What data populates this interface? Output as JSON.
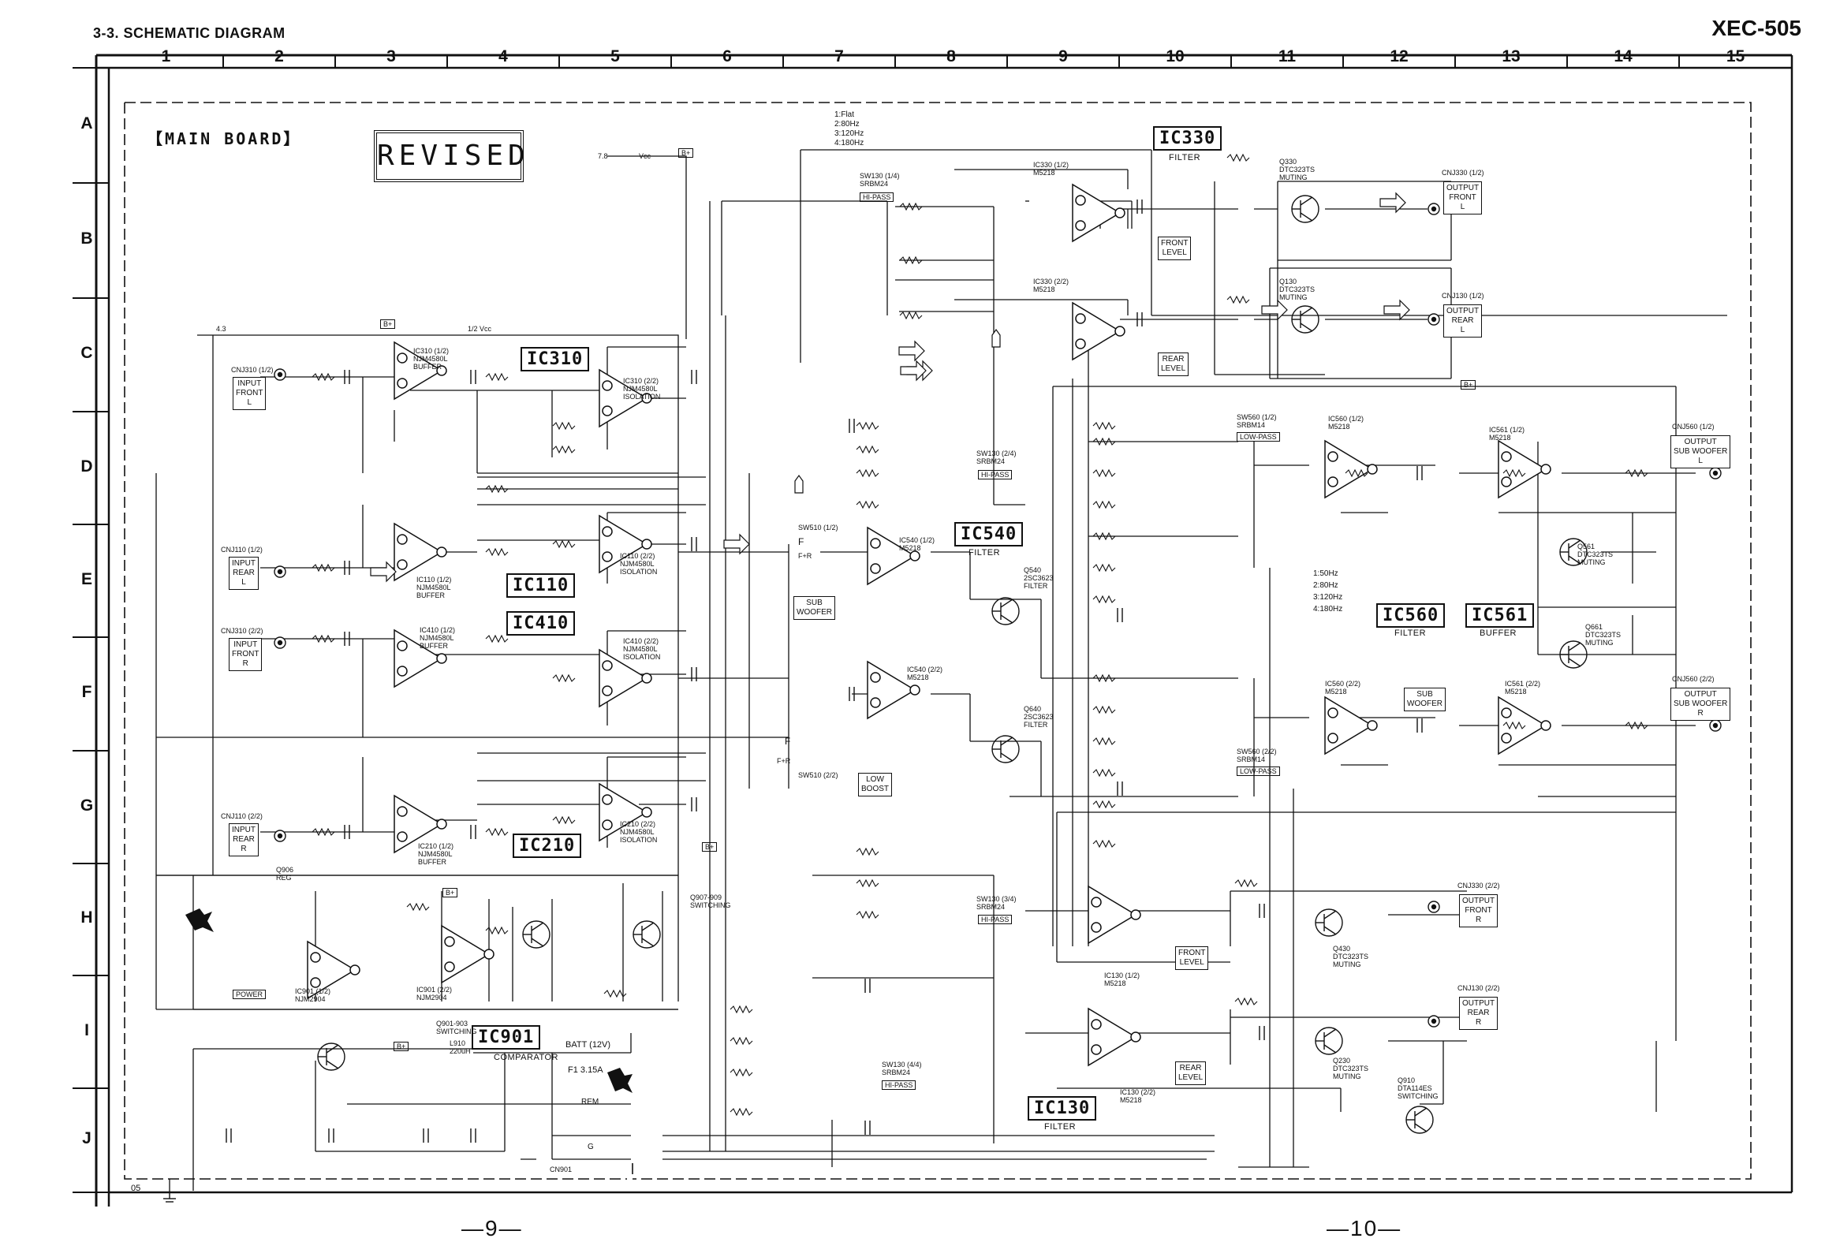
{
  "header": {
    "section_title": "3-3.  SCHEMATIC DIAGRAM",
    "model": "XEC-505"
  },
  "page_numbers": {
    "left": "—9—",
    "right": "—10—"
  },
  "grid": {
    "columns": [
      "1",
      "2",
      "3",
      "4",
      "5",
      "6",
      "7",
      "8",
      "9",
      "10",
      "11",
      "12",
      "13",
      "14",
      "15"
    ],
    "rows": [
      "A",
      "B",
      "C",
      "D",
      "E",
      "F",
      "G",
      "H",
      "I",
      "J"
    ]
  },
  "board": {
    "title": "【MAIN BOARD】",
    "stamp": "REVISED"
  },
  "ic_blocks": {
    "ic330": {
      "name": "IC330",
      "sub": "FILTER"
    },
    "ic310": {
      "name": "IC310"
    },
    "ic110": {
      "name": "IC110"
    },
    "ic410": {
      "name": "IC410"
    },
    "ic210": {
      "name": "IC210"
    },
    "ic540": {
      "name": "IC540",
      "sub": "FILTER"
    },
    "ic560": {
      "name": "IC560",
      "sub": "FILTER"
    },
    "ic561": {
      "name": "IC561",
      "sub": "BUFFER"
    },
    "ic901": {
      "name": "IC901",
      "sub": "COMPARATOR"
    },
    "ic130": {
      "name": "IC130",
      "sub": "FILTER"
    }
  },
  "connectors": {
    "input_front_l": {
      "tag": "CNJ310 (1/2)",
      "label": [
        "INPUT",
        "FRONT",
        "L"
      ]
    },
    "input_rear_l": {
      "tag": "CNJ110 (1/2)",
      "label": [
        "INPUT",
        "REAR",
        "L"
      ]
    },
    "input_front_r": {
      "tag": "CNJ310 (2/2)",
      "label": [
        "INPUT",
        "FRONT",
        "R"
      ]
    },
    "input_rear_r": {
      "tag": "CNJ110 (2/2)",
      "label": [
        "INPUT",
        "REAR",
        "R"
      ]
    },
    "output_front_l": {
      "tag": "CNJ330 (1/2)",
      "label": [
        "OUTPUT",
        "FRONT",
        "L"
      ]
    },
    "output_rear_l": {
      "tag": "CNJ130 (1/2)",
      "label": [
        "OUTPUT",
        "REAR",
        "L"
      ]
    },
    "output_sub_l": {
      "tag": "CNJ560 (1/2)",
      "label": [
        "OUTPUT",
        "SUB WOOFER",
        "L"
      ]
    },
    "output_sub_r": {
      "tag": "CNJ560 (2/2)",
      "label": [
        "OUTPUT",
        "SUB WOOFER",
        "R"
      ]
    },
    "output_front_r": {
      "tag": "CNJ330 (2/2)",
      "label": [
        "OUTPUT",
        "FRONT",
        "R"
      ]
    },
    "output_rear_r": {
      "tag": "CNJ130 (2/2)",
      "label": [
        "OUTPUT",
        "REAR",
        "R"
      ]
    }
  },
  "switches": {
    "sw130_1": {
      "tag": [
        "SW130 (1/4)",
        "SRBM24"
      ],
      "box": "HI-PASS"
    },
    "sw130_2": {
      "tag": [
        "SW130 (2/4)",
        "SRBM24"
      ],
      "box": "HI-PASS"
    },
    "sw130_3": {
      "tag": [
        "SW130 (3/4)",
        "SRBM24"
      ],
      "box": "HI-PASS"
    },
    "sw130_4": {
      "tag": [
        "SW130 (4/4)",
        "SRBM24"
      ],
      "box": "HI-PASS"
    },
    "sw560_1": {
      "tag": [
        "SW560 (1/2)",
        "SRBM14"
      ],
      "box": "LOW-PASS"
    },
    "sw560_2": {
      "tag": [
        "SW560 (2/2)",
        "SRBM14"
      ],
      "box": "LOW-PASS"
    },
    "sw510_1": {
      "tag": "SW510 (1/2)"
    },
    "sw510_2": {
      "tag": "SW510 (2/2)"
    }
  },
  "freq_table": [
    "1:Flat",
    "2:80Hz",
    "3:120Hz",
    "4:180Hz"
  ],
  "freq_table_2": [
    "1:50Hz",
    "2:80Hz",
    "3:120Hz",
    "4:180Hz"
  ],
  "labels": {
    "vcc": "Vcc",
    "b_plus": "B+",
    "half_vcc": "1/2 Vcc",
    "v78": "7.8",
    "v43": "4.3",
    "front_level": [
      "FRONT",
      "LEVEL"
    ],
    "rear_level": [
      "REAR",
      "LEVEL"
    ],
    "sub_woofer": [
      "SUB",
      "WOOFER"
    ],
    "low_boost": [
      "LOW",
      "BOOST"
    ],
    "f": "F",
    "f_plus_r": "F+R",
    "switching": [
      "Q907-909",
      "SWITCHING"
    ],
    "q901_switching": [
      "Q901-903",
      "SWITCHING"
    ],
    "power": "POWER",
    "batt": "BATT (12V)",
    "fuse": "F1 3.15A",
    "rem": "REM",
    "gnd": "G",
    "cn901": "CN901",
    "l910": [
      "L910",
      "220uH"
    ],
    "q906": [
      "Q906",
      "REG"
    ],
    "ic901_a": [
      "IC901 (1/2)",
      "NJM2904"
    ],
    "ic901_b": [
      "IC901 (2/2)",
      "NJM2904"
    ],
    "ic310_1": [
      "IC310 (1/2)",
      "NJM4580L",
      "BUFFER"
    ],
    "ic310_2": [
      "IC310 (2/2)",
      "NJM4580L",
      "ISOLATION"
    ],
    "ic110_1": [
      "IC110 (1/2)",
      "NJM4580L",
      "BUFFER"
    ],
    "ic110_2": [
      "IC110 (2/2)",
      "NJM4580L",
      "ISOLATION"
    ],
    "ic410_1": [
      "IC410 (1/2)",
      "NJM4580L",
      "BUFFER"
    ],
    "ic410_2": [
      "IC410 (2/2)",
      "NJM4580L",
      "ISOLATION"
    ],
    "ic210_1": [
      "IC210 (1/2)",
      "NJM4580L",
      "BUFFER"
    ],
    "ic210_2": [
      "IC210 (2/2)",
      "NJM4580L",
      "ISOLATION"
    ],
    "ic330_1": [
      "IC330 (1/2)",
      "M5218"
    ],
    "ic330_2": [
      "IC330 (2/2)",
      "M5218"
    ],
    "ic540_1": [
      "IC540 (1/2)",
      "M5218"
    ],
    "ic540_2": [
      "IC540 (2/2)",
      "M5218"
    ],
    "ic560_1": [
      "IC560 (1/2)",
      "M5218"
    ],
    "ic560_2": [
      "IC560 (2/2)",
      "M5218"
    ],
    "ic561_1": [
      "IC561 (1/2)",
      "M5218"
    ],
    "ic561_2": [
      "IC561 (2/2)",
      "M5218"
    ],
    "ic130_1": [
      "IC130 (1/2)",
      "M5218"
    ],
    "ic130_2": [
      "IC130 (2/2)",
      "M5218"
    ],
    "q330": [
      "Q330",
      "DTC323TS",
      "MUTING"
    ],
    "q130": [
      "Q130",
      "DTC323TS",
      "MUTING"
    ],
    "q430": [
      "Q430",
      "DTC323TS",
      "MUTING"
    ],
    "q230": [
      "Q230",
      "DTC323TS",
      "MUTING"
    ],
    "q561": [
      "Q561",
      "DTC323TS",
      "MUTING"
    ],
    "q661": [
      "Q661",
      "DTC323TS",
      "MUTING"
    ],
    "q540": [
      "Q540",
      "2SC3623",
      "FILTER"
    ],
    "q640": [
      "Q640",
      "2SC3623",
      "FILTER"
    ],
    "q910": [
      "Q910",
      "DTA114ES",
      "SWITCHING"
    ],
    "bottom_ref": "05"
  }
}
